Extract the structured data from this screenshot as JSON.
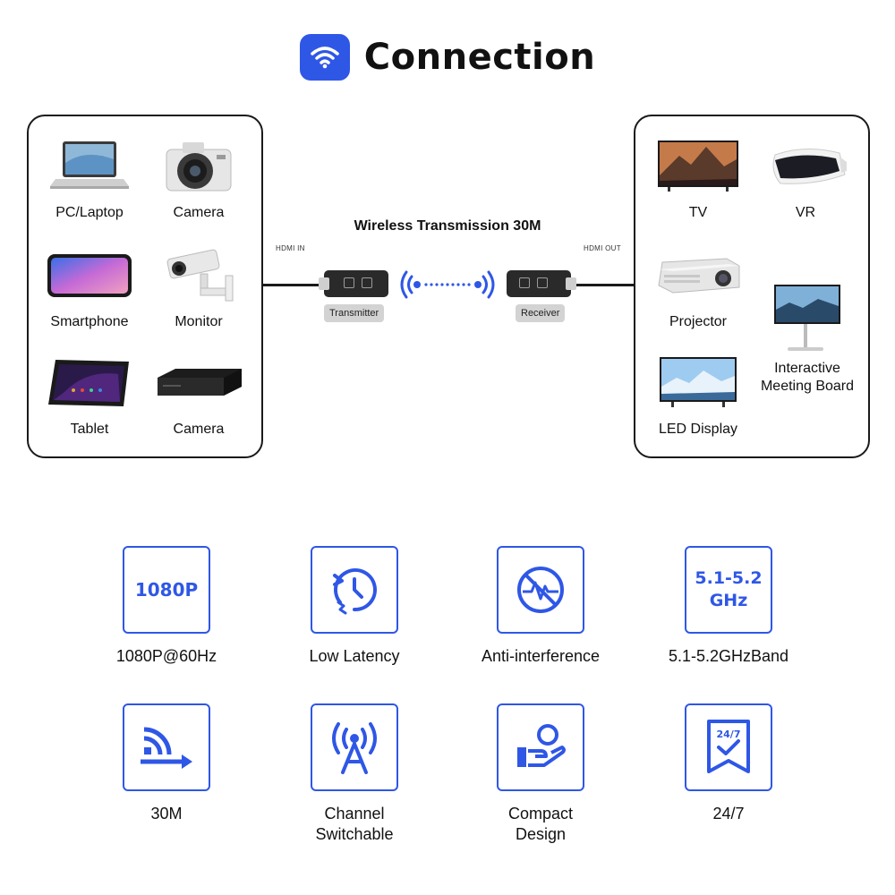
{
  "header": {
    "title": "Connection",
    "icon": "wifi-icon",
    "accent": "#2f57e6"
  },
  "source_devices": [
    {
      "name": "PC/Laptop",
      "icon": "laptop-icon"
    },
    {
      "name": "Camera",
      "icon": "camera-icon"
    },
    {
      "name": "Smartphone",
      "icon": "smartphone-icon"
    },
    {
      "name": "Monitor",
      "icon": "security-camera-icon"
    },
    {
      "name": "Tablet",
      "icon": "tablet-icon"
    },
    {
      "name": "Camera",
      "icon": "set-top-box-icon"
    }
  ],
  "display_devices": [
    {
      "name": "TV",
      "icon": "tv-icon"
    },
    {
      "name": "VR",
      "icon": "vr-headset-icon"
    },
    {
      "name": "Projector",
      "icon": "projector-icon"
    },
    {
      "name": "Interactive\nMeeting Board",
      "icon": "meeting-board-icon"
    },
    {
      "name": "LED Display",
      "icon": "led-display-icon"
    }
  ],
  "link": {
    "title": "Wireless Transmission 30M",
    "hdmi_in": "HDMI IN",
    "hdmi_out": "HDMI OUT",
    "transmitter": "Transmitter",
    "receiver": "Receiver"
  },
  "features": [
    {
      "badge": "1080P",
      "caption": "1080P@60Hz",
      "icon": "resolution-icon"
    },
    {
      "badge": "",
      "caption": "Low Latency",
      "icon": "clock-latency-icon"
    },
    {
      "badge": "",
      "caption": "Anti-interference",
      "icon": "no-interference-icon"
    },
    {
      "badge": "5.1-5.2\nGHz",
      "caption": "5.1-5.2GHzBand",
      "icon": "frequency-icon"
    },
    {
      "badge": "",
      "caption": "30M",
      "icon": "range-signal-icon"
    },
    {
      "badge": "",
      "caption": "Channel\nSwitchable",
      "icon": "antenna-icon"
    },
    {
      "badge": "",
      "caption": "Compact\nDesign",
      "icon": "hand-device-icon"
    },
    {
      "badge": "24/7",
      "caption": "24/7",
      "icon": "shield-check-icon"
    }
  ]
}
